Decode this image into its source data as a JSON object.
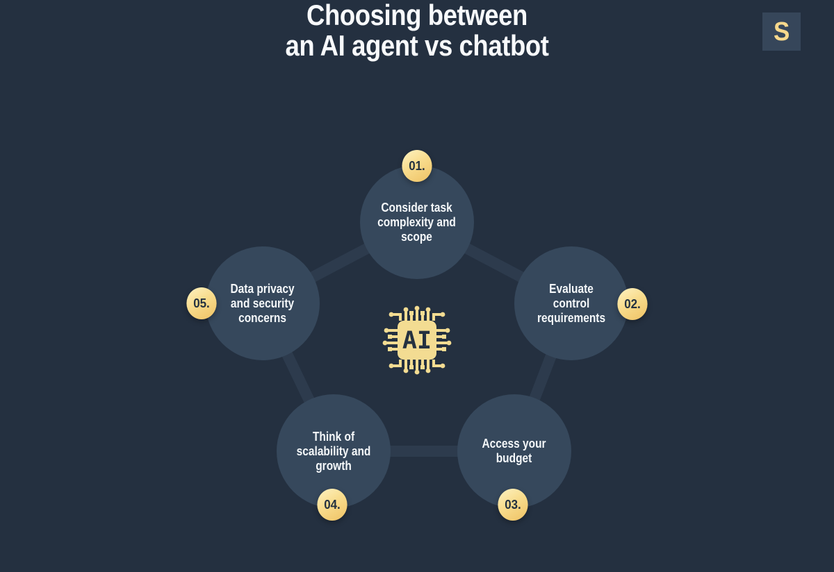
{
  "title": {
    "text": "Choosing between\nan AI agent vs chatbot"
  },
  "logo": {
    "text": "S"
  },
  "center_icon": {
    "name": "ai-chip",
    "label": "AI"
  },
  "steps": [
    {
      "number": "01.",
      "label": "Consider task\ncomplexity and\nscope"
    },
    {
      "number": "02.",
      "label": "Evaluate\ncontrol\nrequirements"
    },
    {
      "number": "03.",
      "label": "Access your\nbudget"
    },
    {
      "number": "04.",
      "label": "Think of\nscalability and\ngrowth"
    },
    {
      "number": "05.",
      "label": "Data privacy\nand security\nconcerns"
    }
  ],
  "colors": {
    "background": "#243040",
    "circle_fill": "#36485c",
    "connector": "#2d3b4d",
    "badge_yellow_light": "#fdf0bd",
    "badge_yellow_dark": "#efc264",
    "chip_yellow": "#f3dc92",
    "badge_text_navy": "#233140",
    "title_white": "#f8fafc",
    "logo_square": "#36465a"
  }
}
